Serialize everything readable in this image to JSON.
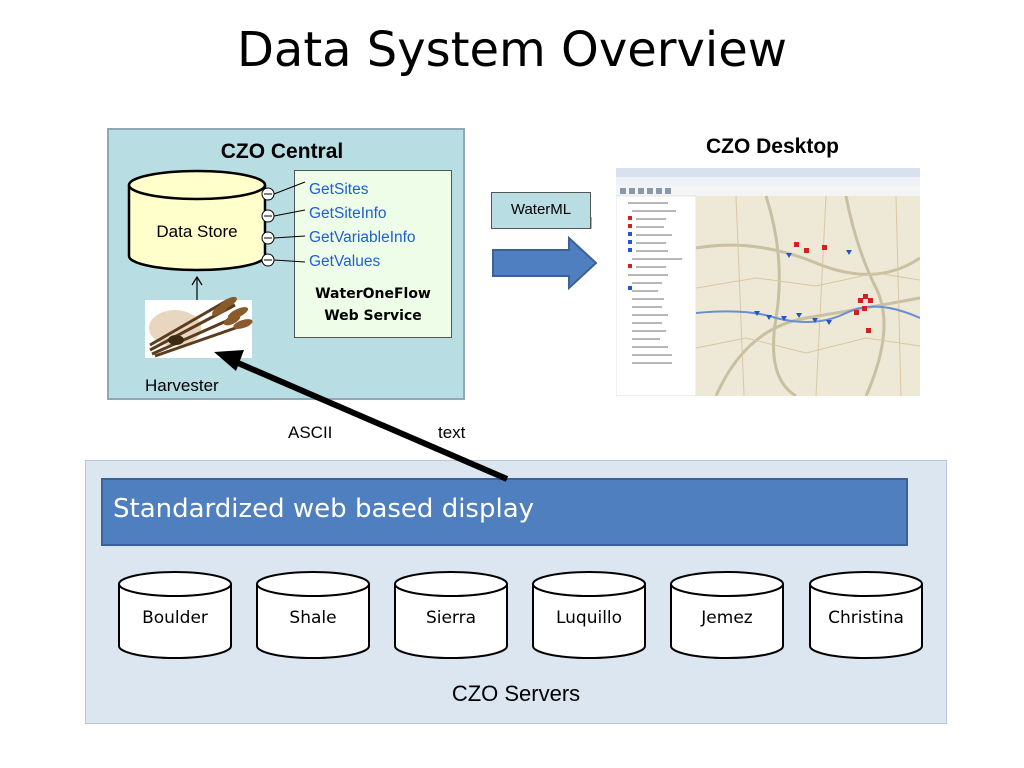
{
  "title": "Data System Overview",
  "czo_central": {
    "title": "CZO Central",
    "data_store_label": "Data Store",
    "harvester_label": "Harvester",
    "web_service": {
      "methods": [
        "GetSites",
        "GetSiteInfo",
        "GetVariableInfo",
        "GetValues"
      ],
      "name_line1": "WaterOneFlow",
      "name_line2": "Web Service"
    }
  },
  "czo_desktop": {
    "title": "CZO Desktop"
  },
  "flow": {
    "format_label": "WaterML"
  },
  "harvest_arrow": {
    "left_label": "ASCII",
    "right_label": "text"
  },
  "czo_servers": {
    "banner": "Standardized web based display",
    "label": "CZO Servers",
    "servers": [
      "Boulder",
      "Shale",
      "Sierra",
      "Luquillo",
      "Jemez",
      "Christina"
    ]
  },
  "colors": {
    "central_fill": "#b8dde3",
    "service_fill": "#eefde8",
    "cylinder_fill": "#ffffcc",
    "method_text": "#1f5fd0",
    "banner_fill": "#4f7fbe",
    "servers_panel": "#dbe6f0",
    "arrow_fill": "#4f7fbe"
  }
}
